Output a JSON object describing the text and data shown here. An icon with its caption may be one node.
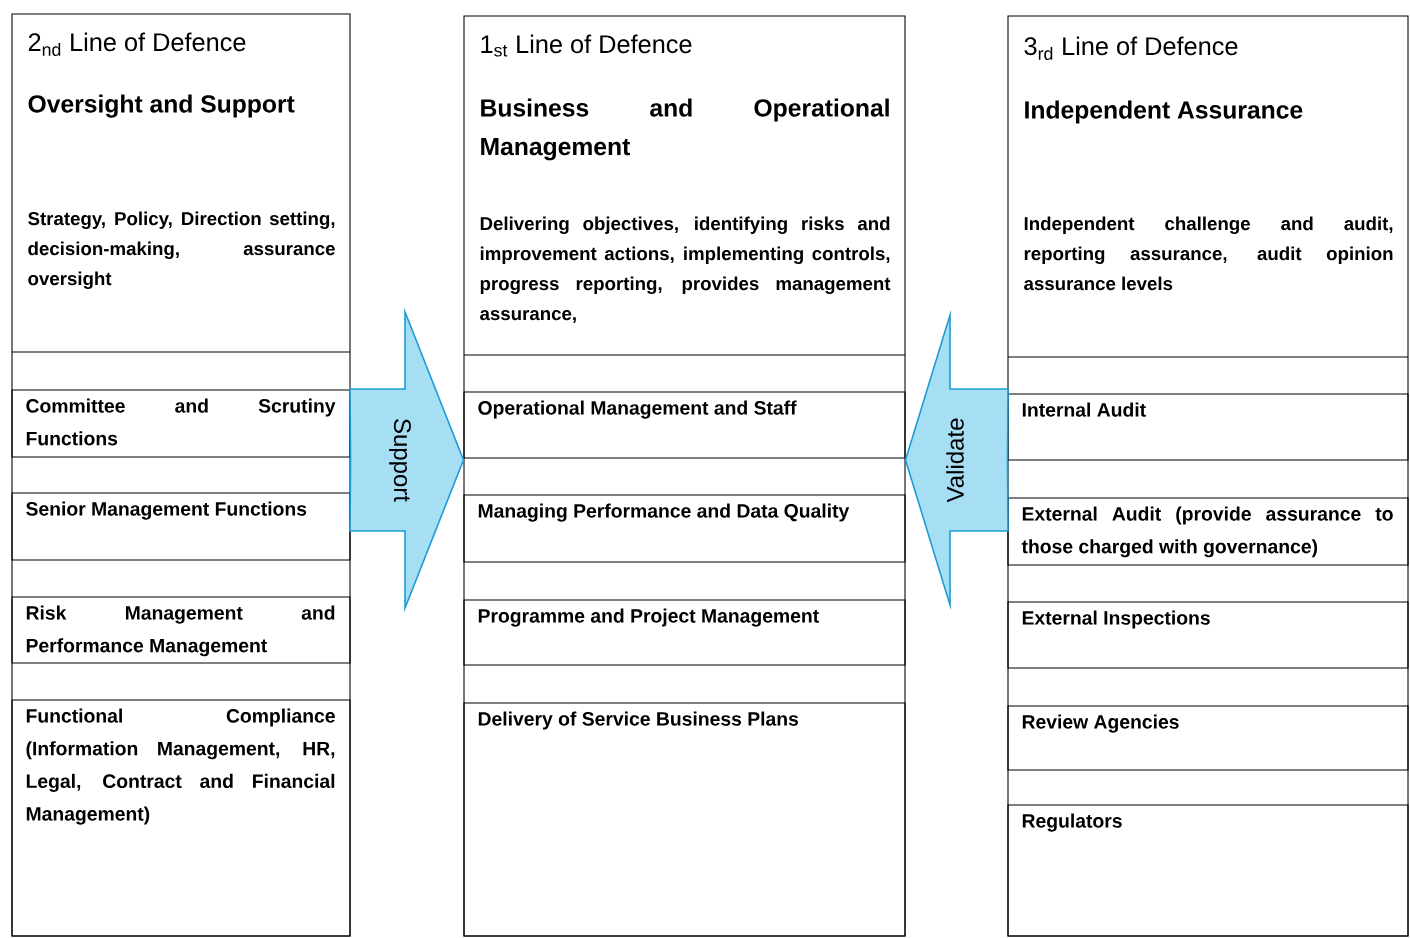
{
  "diagram": {
    "nodes": [
      {
        "text": [
          "2$_{nd}$ Line of Defence",
          "Oversight and Support",
          "Strategy, Policy, Direction setting, decision-making, assurance oversight"
        ]
      },
      {
        "text": [
          "Committee and Scrutiny Functions"
        ],
        "in": 0
      },
      {
        "text": [
          "Senior Management Functions"
        ],
        "in": 0
      },
      {
        "text": [
          "Risk Management and Performance Management"
        ],
        "in": 0
      },
      {
        "text": [
          "Functional Compliance (Information Management, HR, Legal, Contract and Financial Management)"
        ],
        "in": 0
      },
      {
        "text": [
          "1$_{st}$ Line of Defence",
          "Business and Operational Management",
          "Delivering objectives, identifying risks and improvement actions, implementing controls, progress reporting, provides management assurance,"
        ]
      },
      {
        "text": [
          "Operational Management and Staff"
        ],
        "in": 5
      },
      {
        "text": [
          "Managing Performance and Data Quality"
        ],
        "in": 5
      },
      {
        "text": [
          "Programme and Project Management"
        ],
        "in": 5
      },
      {
        "text": [
          "Delivery of Service Business Plans"
        ],
        "in": 5
      },
      {
        "text": [
          "3$_{rd}$ Line of Defence",
          "Independent Assurance",
          "Independent challenge and audit, reporting assurance, audit opinion assurance levels"
        ]
      },
      {
        "text": [
          "Internal Audit"
        ],
        "in": 10
      },
      {
        "text": [
          "External Audit (provide assurance to those charged with governance)"
        ],
        "in": 10
      },
      {
        "text": [
          "External Inspections"
        ],
        "in": 10
      },
      {
        "text": [
          "Review Agencies"
        ],
        "in": 10
      },
      {
        "text": [
          "Regulators"
        ],
        "in": 10
      }
    ],
    "edges": [
      {
        "from": 0,
        "to": 5,
        "arrow": "to",
        "label": "Support"
      },
      {
        "from": 10,
        "to": 5,
        "arrow": "to",
        "label": "Validate"
      }
    ]
  }
}
